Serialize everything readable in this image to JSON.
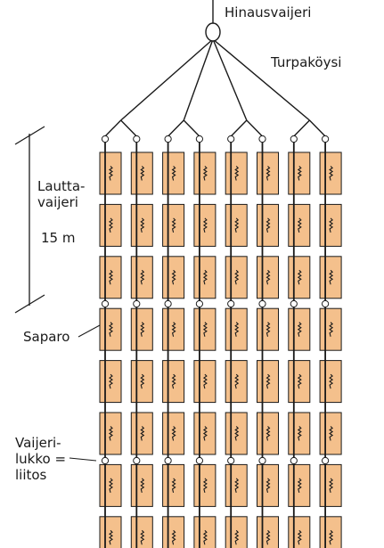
{
  "labels": {
    "tow_cable": "Hinausvaijeri",
    "peat_rope": "Turpaköysi",
    "raft_cable_line1": "Lautta-",
    "raft_cable_line2": "vaijeri",
    "raft_length": "15 m",
    "tail": "Saparo",
    "lock_line1": "Vaijeri-",
    "lock_line2": "lukko =",
    "lock_line3": "liitos"
  },
  "structure": {
    "cable_lines": 8,
    "bundle_columns": 8,
    "bundle_rows": 8,
    "raft_sections_visible": 3
  },
  "colors": {
    "bundle_fill": "#f4c08c",
    "line": "#1a1a1a",
    "background": "#ffffff"
  }
}
